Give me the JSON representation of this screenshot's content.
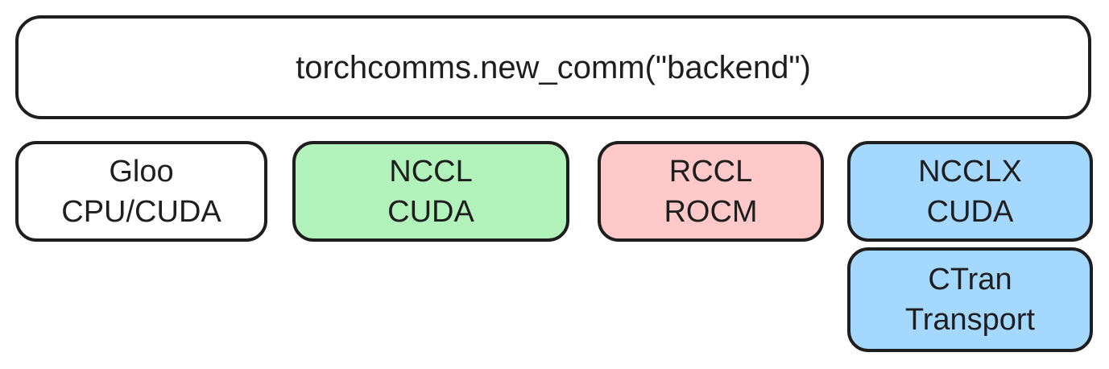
{
  "colors": {
    "background": "#ffffff",
    "stroke": "#1e1e1e",
    "text": "#1e1e1e",
    "gloo_fill": "#ffffff",
    "nccl_fill": "#b2f2bb",
    "rccl_fill": "#ffc9c9",
    "ncclx_fill": "#a5d8ff",
    "ctran_fill": "#a5d8ff"
  },
  "top_box": {
    "label": "torchcomms.new_comm(\"backend\")",
    "fill": "#ffffff"
  },
  "backends": [
    {
      "line1": "Gloo",
      "line2": "CPU/CUDA",
      "fill": "#ffffff"
    },
    {
      "line1": "NCCL",
      "line2": "CUDA",
      "fill": "#b2f2bb"
    },
    {
      "line1": "RCCL",
      "line2": "ROCM",
      "fill": "#ffc9c9"
    },
    {
      "line1": "NCCLX",
      "line2": "CUDA",
      "fill": "#a5d8ff"
    }
  ],
  "transport": {
    "line1": "CTran",
    "line2": "Transport",
    "fill": "#a5d8ff"
  }
}
